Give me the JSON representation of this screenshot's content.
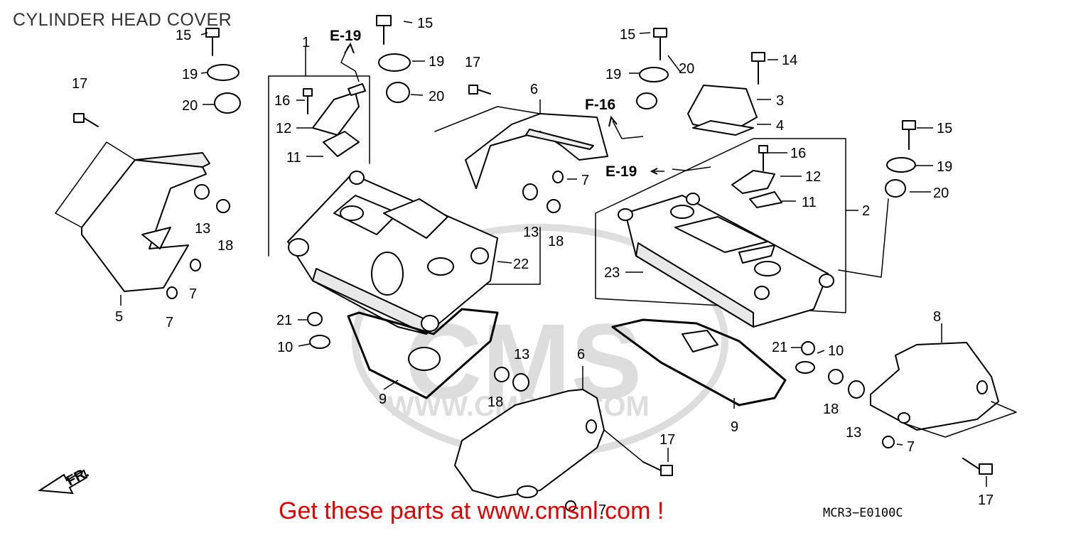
{
  "header": {
    "title": "CYLINDER HEAD COVER"
  },
  "footer": {
    "promo": "Get these parts at www.cmsnl.com !",
    "diagram_code": "MCR3−E0100C"
  },
  "watermark": {
    "text": "CMS",
    "url": "WWW.CMSNL.COM"
  },
  "direction_label": "FR.",
  "refs": {
    "e19_top": "E-19",
    "e19_right": "E-19",
    "f16": "F-16"
  },
  "callouts": [
    "1",
    "2",
    "3",
    "4",
    "5",
    "6",
    "6",
    "7",
    "7",
    "7",
    "7",
    "7",
    "7",
    "8",
    "9",
    "9",
    "10",
    "10",
    "11",
    "11",
    "12",
    "12",
    "13",
    "13",
    "13",
    "13",
    "14",
    "15",
    "15",
    "15",
    "15",
    "16",
    "16",
    "17",
    "17",
    "17",
    "17",
    "18",
    "18",
    "18",
    "18",
    "19",
    "19",
    "19",
    "19",
    "20",
    "20",
    "20",
    "20",
    "21",
    "21",
    "22",
    "23"
  ]
}
